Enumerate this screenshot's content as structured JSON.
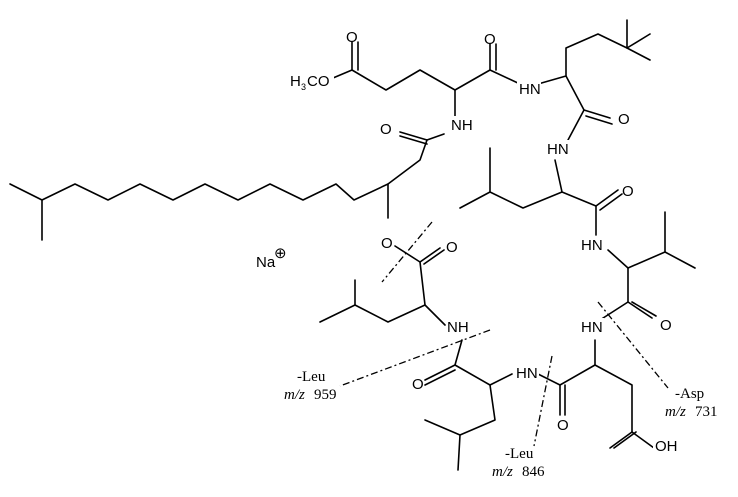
{
  "molecule": {
    "labels": {
      "methyl_ester_h": "H",
      "methyl_ester_sub": "3",
      "methyl_ester_co": "CO",
      "oxygen": "O",
      "nh": "NH",
      "hn": "HN",
      "ester_o": "O",
      "oh": "OH",
      "sodium": "Na",
      "charge": "⊕"
    }
  },
  "fragments": [
    {
      "loss": "-Leu",
      "mz_prefix": "m/z",
      "mz_value": "959"
    },
    {
      "loss": "-Leu",
      "mz_prefix": "m/z",
      "mz_value": "846"
    },
    {
      "loss": "-Asp",
      "mz_prefix": "m/z",
      "mz_value": "731"
    }
  ]
}
